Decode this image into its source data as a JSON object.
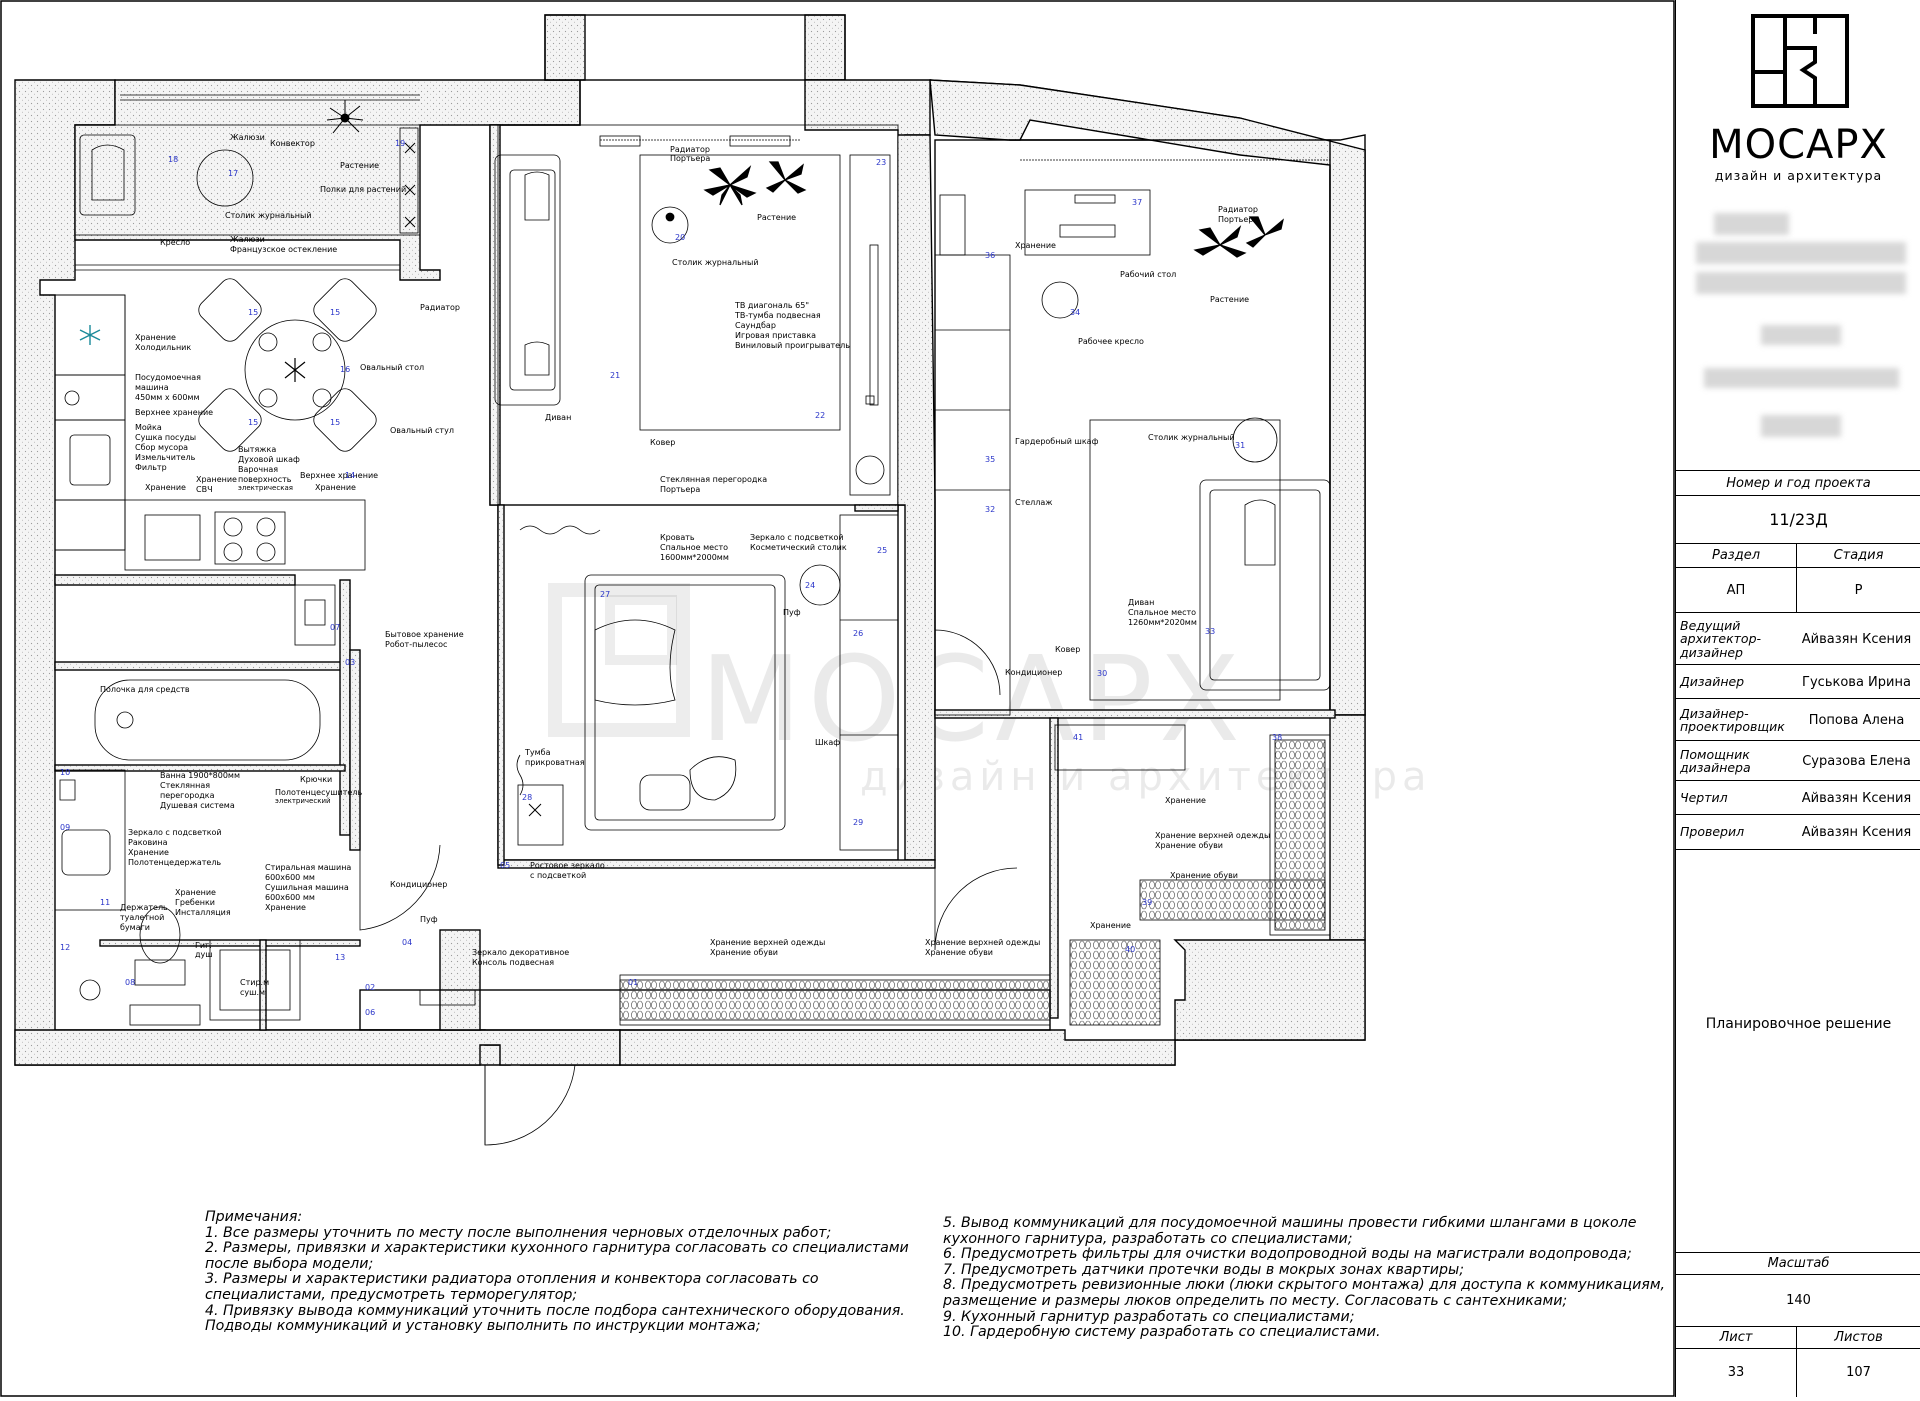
{
  "watermark": {
    "brand": "МОСАРХ",
    "tagline": "дизайн и архитектура"
  },
  "title_block": {
    "logo_name": "МОСАРХ",
    "logo_subtitle": "дизайн и архитектура",
    "project_no_label": "Номер и год проекта",
    "project_no": "11/23Д",
    "section_label": "Раздел",
    "section_value": "АП",
    "stage_label": "Стадия",
    "stage_value": "Р",
    "people": [
      {
        "role": "Ведущий архитектор-дизайнер",
        "name": "Айвазян Ксения"
      },
      {
        "role": "Дизайнер",
        "name": "Гуськова Ирина"
      },
      {
        "role": "Дизайнер-проектировщик",
        "name": "Попова Алена"
      },
      {
        "role": "Помощник дизайнера",
        "name": "Суразова Елена"
      },
      {
        "role": "Чертил",
        "name": "Айвазян Ксения"
      },
      {
        "role": "Проверил",
        "name": "Айвазян Ксения"
      }
    ],
    "sheet_title": "Планировочное решение",
    "scale_label": "Масштаб",
    "scale_value": "140",
    "sheet_label": "Лист",
    "sheet_value": "33",
    "sheets_label": "Листов",
    "sheets_value": "107"
  },
  "notes": {
    "heading": "Примечания:",
    "left": [
      "1. Все размеры уточнить по месту после выполнения черновых отделочных работ;",
      "2. Размеры, привязки и характеристики кухонного гарнитура согласовать со специалистами",
      "после выбора модели;",
      "3. Размеры и характеристики радиатора отопления и конвектора согласовать со",
      "специалистами, предусмотреть терморегулятор;",
      "4. Привязку вывода коммуникаций уточнить после подбора сантехнического оборудования.",
      "Подводы коммуникаций и установку выполнить по инструкции монтажа;"
    ],
    "right": [
      "5. Вывод коммуникаций для посудомоечной машины провести гибкими шлангами в цоколе",
      "кухонного гарнитура, разработать со специалистами;",
      "6. Предусмотреть фильтры для очистки водопроводной воды на магистрали водопровода;",
      "7. Предусмотреть датчики протечки воды в мокрых зонах квартиры;",
      "8. Предусмотреть ревизионные люки (люки скрытого монтажа) для доступа к коммуникациям,",
      "размещение и размеры люков определить по месту. Согласовать с сантехниками;",
      "9. Кухонный гарнитур разработать со специалистами;",
      "10. Гардеробную систему разработать со специалистами."
    ]
  },
  "plan": {
    "labels": {
      "l_jalousie": "Жалюзи",
      "l_convector": "Конвектор",
      "l_plant1": "Растение",
      "l_shelves_plants": "Полки для растений",
      "l_coffee_table1": "Столик журнальный",
      "l_chair1": "Кресло",
      "l_jalousie2": "Жалюзи",
      "l_french_glazing": "Французское остекление",
      "l_radiator1": "Радиатор",
      "l_storage_k1": "Хранение",
      "l_fridge": "Холодильник",
      "l_dishwasher": "Посудомоечная",
      "l_dishwasher2": "машина",
      "l_dishwasher3": "450мм х 600мм",
      "l_upper_storage1": "Верхнее хранение",
      "l_sink1": "Мойка",
      "l_sink2": "Сушка посуды",
      "l_sink3": "Сбор мусора",
      "l_sink4": "Измельчитель",
      "l_sink5": "Фильтр",
      "l_hood1": "Вытяжка",
      "l_hood2": "Духовой шкаф",
      "l_hood3": "Варочная",
      "l_hood4": "поверхность",
      "l_hood5": "электрическая",
      "l_oval_table": "Овальный стол",
      "l_oval_chair": "Овальный стул",
      "l_storage_k2": "Хранение",
      "l_storage_svch1": "Хранение",
      "l_storage_svch2": "СВЧ",
      "l_upper_storage2": "Верхнее хранение",
      "l_storage_k3": "Хранение",
      "l_radiator2": "Радиатор",
      "l_curtain2": "Портьера",
      "l_coffee_table2": "Столик журнальный",
      "l_plant2": "Растение",
      "l_tv1": "ТВ диагональ 65\"",
      "l_tv2": "ТВ-тумба подвесная",
      "l_tv3": "Саундбар",
      "l_tv4": "Игровая приставка",
      "l_tv5": "Виниловый проигрыватель",
      "l_sofa1": "Диван",
      "l_carpet1": "Ковер",
      "l_glass_partition": "Стеклянная перегородка",
      "l_curtain_glass": "Портьера",
      "l_bed1": "Кровать",
      "l_bed2": "Спальное место",
      "l_bed3": "1600мм*2000мм",
      "l_mirror1": "Зеркало с подсветкой",
      "l_mirror2": "Косметический столик",
      "l_pouf1": "Пуф",
      "l_closet1": "Шкаф",
      "l_nightstand1": "Тумба",
      "l_nightstand2": "прикроватная",
      "l_mirror_full1": "Ростовое зеркало",
      "l_mirror_full2": "с подсветкой",
      "l_radiator3": "Радиатор",
      "l_curtain3": "Портьера",
      "l_desk": "Рабочий стол",
      "l_plant3": "Растение",
      "l_storage_o1": "Хранение",
      "l_work_chair": "Рабочее кресло",
      "l_wardrobe": "Гардеробный шкаф",
      "l_coffee_table3": "Столик журнальный",
      "l_rack": "Стеллаж",
      "l_sofa2": "Диван",
      "l_sofa3": "Спальное место",
      "l_sofa4": "1260мм*2020мм",
      "l_carpet2": "Ковер",
      "l_ac1": "Кондиционер",
      "l_household1": "Бытовое хранение",
      "l_household2": "Робот-пылесос",
      "l_shelf_cleaning": "Полочка для средств",
      "l_bath1": "Ванна 1900*800мм",
      "l_bath2": "Стеклянная",
      "l_bath3": "перегородка",
      "l_bath4": "Душевая система",
      "l_hooks": "Крючки",
      "l_towel1": "Полотенцесушитель",
      "l_towel2": "электрический",
      "l_mirror_b1": "Зеркало с подсветкой",
      "l_mirror_b2": "Раковина",
      "l_mirror_b3": "Хранение",
      "l_mirror_b4": "Полотенцедержатель",
      "l_washer1": "Стиральная машина",
      "l_washer2": "600х600 мм",
      "l_washer3": "Сушильная машина",
      "l_washer4": "600х600 мм",
      "l_washer5": "Хранение",
      "l_wc_storage1": "Хранение",
      "l_wc_storage2": "Гребенки",
      "l_wc_storage3": "Инсталляция",
      "l_wc_holder1": "Держатель",
      "l_wc_holder2": "туалетной",
      "l_wc_holder3": "бумаги",
      "l_hyg1": "Гиг.",
      "l_hyg2": "душ",
      "l_washer_box1": "Стир.м",
      "l_washer_box2": "суш.м",
      "l_ac2": "Кондиционер",
      "l_pouf2": "Пуф",
      "l_mirror_dec1": "Зеркало декоративное",
      "l_mirror_dec2": "Консоль подвесная",
      "l_hall1": "Хранение верхней одежды",
      "l_hall2": "Хранение обуви",
      "l_hall3": "Хранение верхней одежды",
      "l_hall4": "Хранение обуви",
      "l_storage_h1": "Хранение",
      "l_storage_h2": "Хранение верхней одежды",
      "l_storage_h3": "Хранение обуви",
      "l_storage_h4": "Хранение обуви",
      "l_storage_h5": "Хранение"
    },
    "numbers": [
      "01",
      "02",
      "03",
      "04",
      "05",
      "06",
      "07",
      "08",
      "09",
      "10",
      "11",
      "12",
      "13",
      "14",
      "15",
      "15",
      "15",
      "15",
      "16",
      "17",
      "18",
      "19",
      "20",
      "21",
      "22",
      "23",
      "24",
      "25",
      "26",
      "27",
      "28",
      "29",
      "30",
      "31",
      "32",
      "33",
      "34",
      "35",
      "36",
      "37",
      "38",
      "39",
      "40",
      "41"
    ]
  }
}
